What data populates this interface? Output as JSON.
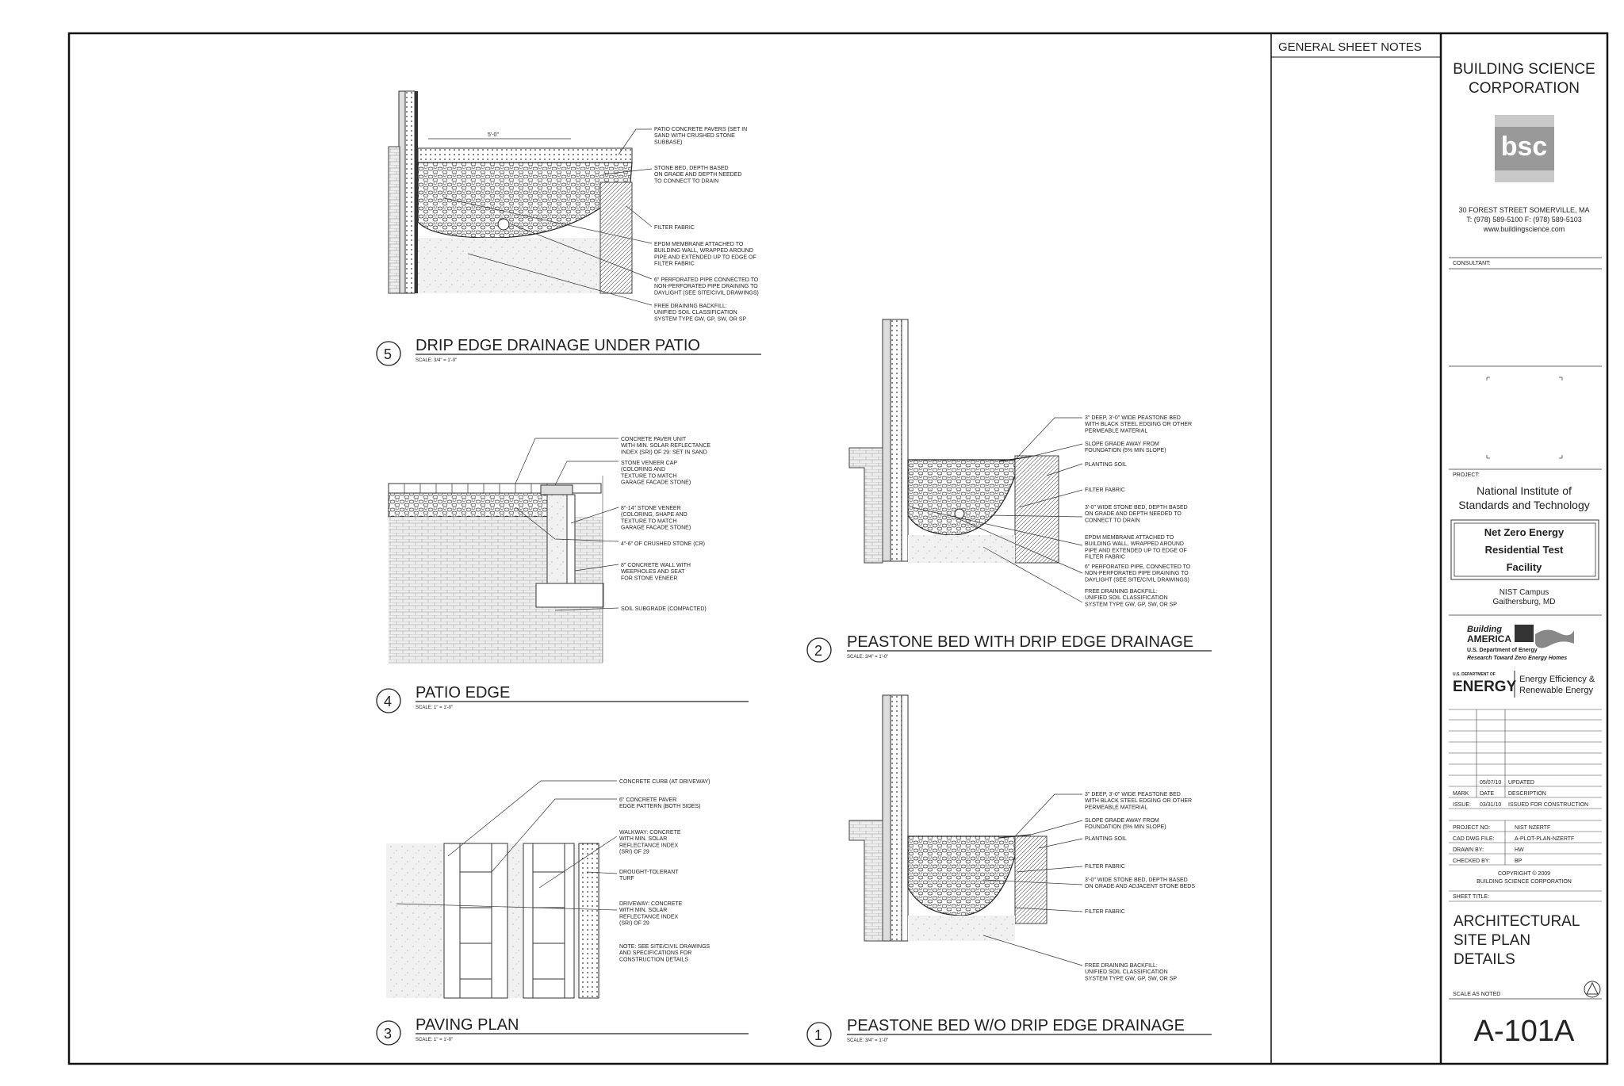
{
  "general_notes_title": "GENERAL SHEET NOTES",
  "title_block": {
    "company_line1": "BUILDING SCIENCE",
    "company_line2": "CORPORATION",
    "logo_text": "bsc",
    "address": "30 FOREST STREET  SOMERVILLE, MA",
    "phone": "T: (978) 589-5100  F: (978) 589-5103",
    "website": "www.buildingscience.com",
    "consultant_label": "CONSULTANT:",
    "project_label": "PROJECT:",
    "project_name_1": "National Institute of",
    "project_name_2": "Standards and Technology",
    "facility_1": "Net Zero Energy",
    "facility_2": "Residential Test",
    "facility_3": "Facility",
    "campus_1": "NIST Campus",
    "campus_2": "Gaithersburg, MD",
    "ba_logo_1": "Building",
    "ba_logo_2": "AMERICA",
    "ba_dept": "U.S. Department of Energy",
    "ba_tagline": "Research Toward Zero Energy Homes",
    "doe_small": "U.S. DEPARTMENT OF",
    "doe_big": "ENERGY",
    "eere_1": "Energy Efficiency &",
    "eere_2": "Renewable Energy",
    "rev_date": "05/07/10",
    "rev_desc": "UPDATED",
    "mark_label": "MARK",
    "date_label": "DATE",
    "description_label": "DESCRIPTION",
    "issue_label": "ISSUE:",
    "issue_date": "03/31/10",
    "issue_desc": "ISSUED FOR CONSTRUCTION",
    "project_no_label": "PROJECT NO:",
    "project_no": "NIST NZERTF",
    "cad_label": "CAD DWG FILE:",
    "cad_file": "A-PLOT-PLAN-NZERTF",
    "drawn_label": "DRAWN BY:",
    "drawn_by": "HW",
    "checked_label": "CHECKED BY:",
    "checked_by": "BP",
    "copyright_1": "COPYRIGHT © 2009",
    "copyright_2": "BUILDING SCIENCE CORPORATION",
    "sheet_title_label": "SHEET TITLE:",
    "sheet_title_1": "ARCHITECTURAL",
    "sheet_title_2": "SITE PLAN",
    "sheet_title_3": "DETAILS",
    "scale_label": "SCALE AS NOTED",
    "sheet_number": "A-101A"
  },
  "details": {
    "d5": {
      "number": "5",
      "title": "DRIP EDGE DRAINAGE UNDER PATIO",
      "scale": "SCALE: 3/4\" = 1'-0\"",
      "dimension": "5'-0\"",
      "notes": [
        [
          "PATIO CONCRETE PAVERS (SET IN",
          "SAND WITH CRUSHED STONE",
          "SUBBASE)"
        ],
        [
          "STONE BED, DEPTH BASED",
          "ON GRADE AND DEPTH NEEDED",
          "TO CONNECT TO DRAIN"
        ],
        [
          "FILTER FABRIC"
        ],
        [
          "EPDM MEMBRANE ATTACHED TO",
          "BUILDING WALL, WRAPPED AROUND",
          "PIPE AND EXTENDED UP TO EDGE OF",
          "FILTER FABRIC"
        ],
        [
          "6\" PERFORATED PIPE CONNECTED TO",
          "NON-PERFORATED PIPE DRAINING TO",
          "DAYLIGHT (SEE SITE/CIVIL DRAWINGS)"
        ],
        [
          "FREE DRAINING BACKFILL:",
          "UNIFIED SOIL CLASSIFICATION",
          "SYSTEM TYPE GW, GP, SW, OR SP"
        ]
      ]
    },
    "d4": {
      "number": "4",
      "title": "PATIO EDGE",
      "scale": "SCALE: 1\" = 1'-0\"",
      "notes": [
        [
          "CONCRETE PAVER UNIT",
          "WITH MIN. SOLAR REFLECTANCE",
          "INDEX (SRI) OF 29: SET IN SAND"
        ],
        [
          "STONE VENEER CAP",
          "(COLORING AND",
          "TEXTURE TO MATCH",
          "GARAGE FACADE STONE)"
        ],
        [
          "8\"-14\" STONE VENEER",
          "(COLORING, SHAPE AND",
          "TEXTURE TO MATCH",
          "GARAGE FACADE STONE)"
        ],
        [
          "4\"-6\" OF CRUSHED STONE (CR)"
        ],
        [
          "8\" CONCRETE WALL WITH",
          "WEEPHOLES AND SEAT",
          "FOR STONE VENEER"
        ],
        [
          "SOIL SUBGRADE (COMPACTED)"
        ]
      ]
    },
    "d3": {
      "number": "3",
      "title": "PAVING PLAN",
      "scale": "SCALE: 1\" = 1'-0\"",
      "notes": [
        [
          "CONCRETE CURB (AT DRIVEWAY)"
        ],
        [
          "6\" CONCRETE PAVER",
          "EDGE PATTERN (BOTH SIDES)"
        ],
        [
          "WALKWAY: CONCRETE",
          "WITH MIN. SOLAR",
          "REFLECTANCE INDEX",
          "(SRI) OF 29"
        ],
        [
          "DROUGHT-TOLERANT",
          "TURF"
        ],
        [
          "DRIVEWAY: CONCRETE",
          "WITH MIN. SOLAR",
          "REFLECTANCE INDEX",
          "(SRI) OF 29"
        ],
        [
          "NOTE: SEE SITE/CIVIL DRAWINGS",
          "AND SPECIFICATIONS FOR",
          "CONSTRUCTION DETAILS"
        ]
      ]
    },
    "d2": {
      "number": "2",
      "title": "PEASTONE BED WITH DRIP EDGE DRAINAGE",
      "scale": "SCALE: 3/4\" = 1'-0\"",
      "notes": [
        [
          "3\" DEEP, 3'-0\" WIDE PEASTONE BED",
          "WITH BLACK STEEL EDGING OR OTHER",
          "PERMEABLE MATERIAL"
        ],
        [
          "SLOPE GRADE AWAY FROM",
          "FOUNDATION (5% MIN SLOPE)"
        ],
        [
          "PLANTING SOIL"
        ],
        [
          "FILTER FABRIC"
        ],
        [
          "3'-0\" WIDE STONE BED, DEPTH BASED",
          "ON GRADE AND DEPTH NEEDED TO",
          "CONNECT TO DRAIN"
        ],
        [
          "EPDM MEMBRANE ATTACHED TO",
          "BUILDING WALL, WRAPPED AROUND",
          "PIPE AND EXTENDED UP TO EDGE OF",
          "FILTER FABRIC"
        ],
        [
          "6\" PERFORATED PIPE, CONNECTED TO",
          "NON-PERFORATED PIPE DRAINING TO",
          "DAYLIGHT (SEE SITE/CIVIL DRAWINGS)"
        ],
        [
          "FREE DRAINING BACKFILL:",
          "UNIFIED SOIL CLASSIFICATION",
          "SYSTEM TYPE GW, GP, SW, OR SP"
        ]
      ]
    },
    "d1": {
      "number": "1",
      "title": "PEASTONE BED W/O DRIP EDGE DRAINAGE",
      "scale": "SCALE: 3/4\" = 1'-0\"",
      "notes": [
        [
          "3\" DEEP, 3'-0\" WIDE PEASTONE BED",
          "WITH BLACK STEEL EDGING OR OTHER",
          "PERMEABLE MATERIAL"
        ],
        [
          "SLOPE GRADE AWAY FROM",
          "FOUNDATION (5% MIN SLOPE)"
        ],
        [
          "PLANTING SOIL"
        ],
        [
          "FILTER FABRIC"
        ],
        [
          "3'-0\" WIDE STONE BED, DEPTH BASED",
          "ON GRADE AND ADJACENT STONE BEDS"
        ],
        [
          "FILTER FABRIC"
        ],
        [
          "FREE DRAINING BACKFILL:",
          "UNIFIED SOIL CLASSIFICATION",
          "SYSTEM TYPE GW, GP, SW, OR SP"
        ]
      ]
    }
  }
}
